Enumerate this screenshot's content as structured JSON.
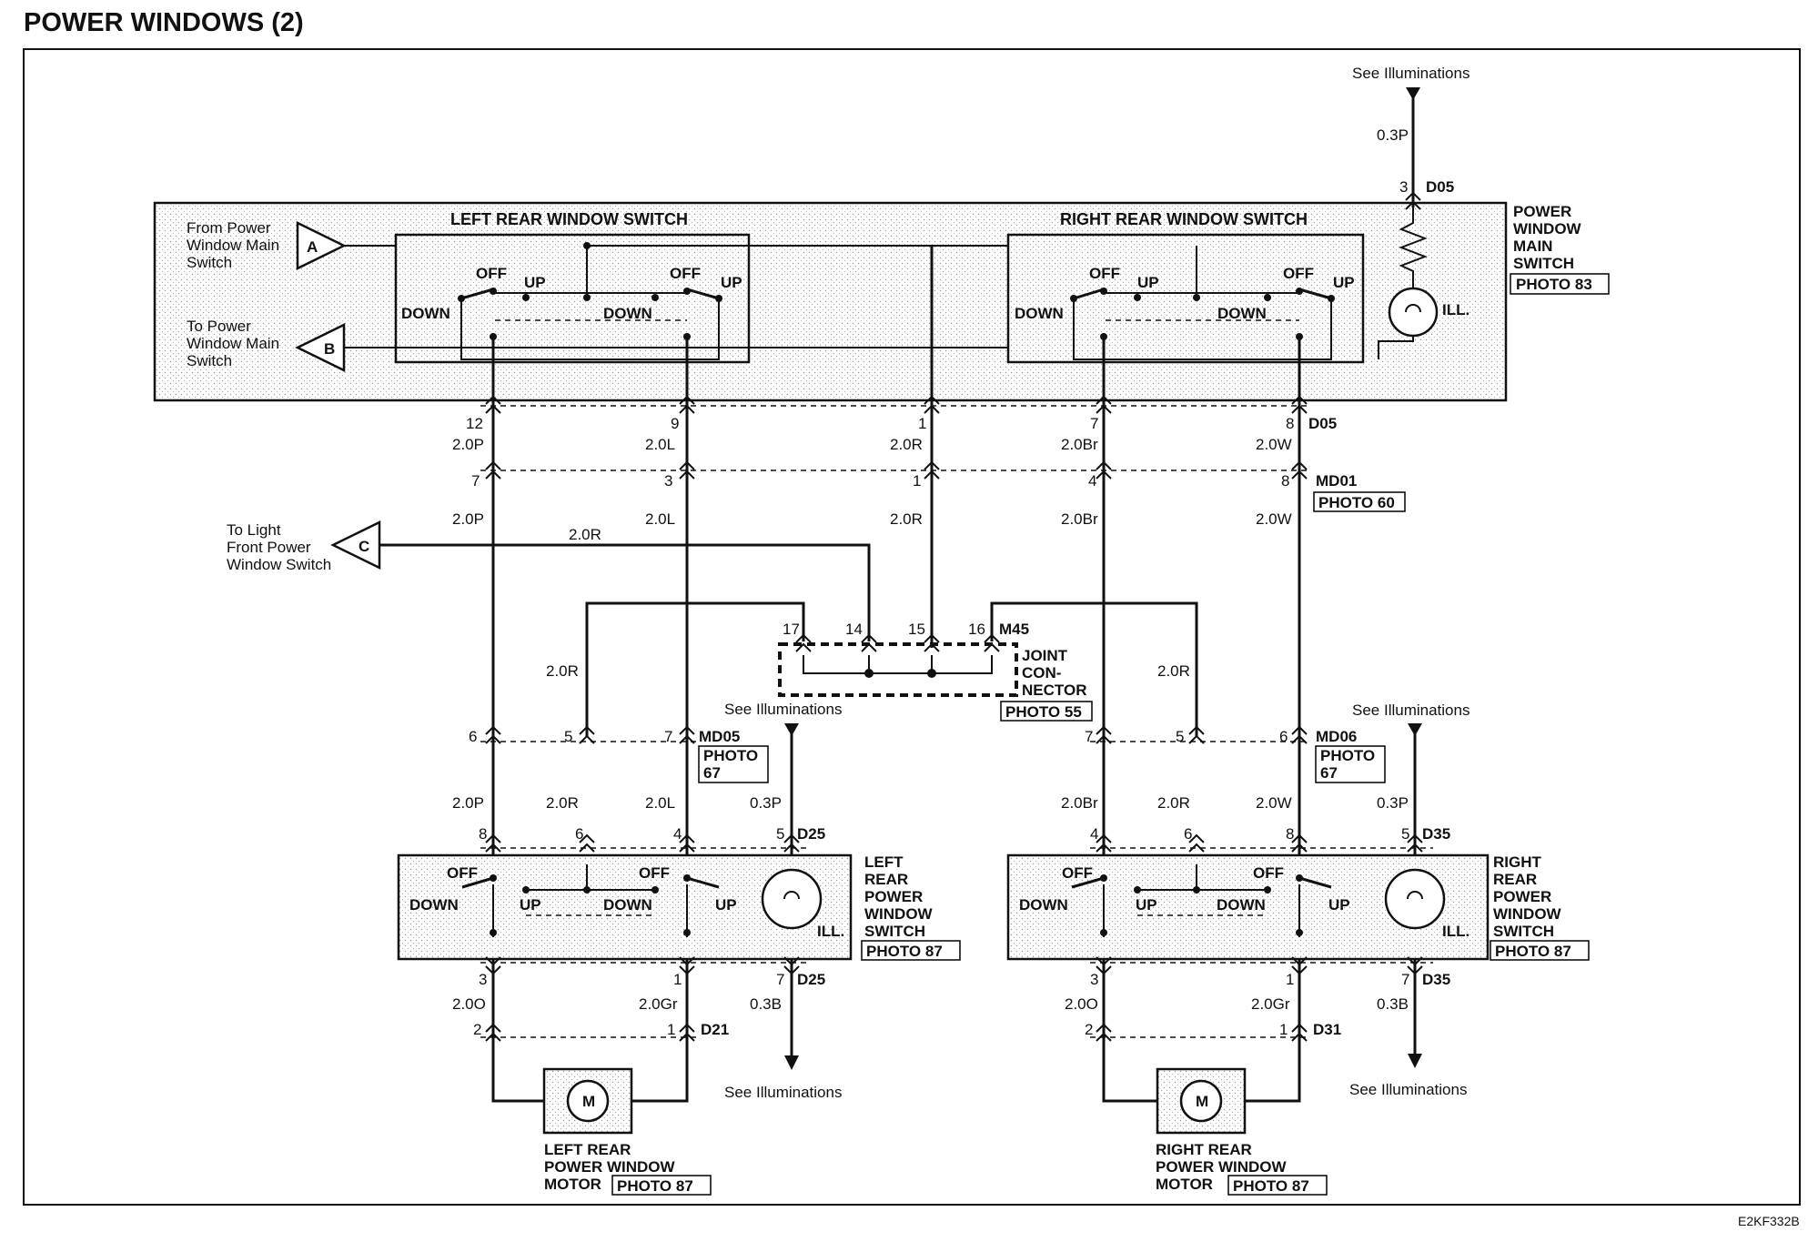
{
  "title": "POWER WINDOWS (2)",
  "figure_code": "E2KF332B",
  "main_switch": {
    "name_lines": [
      "POWER",
      "WINDOW",
      "MAIN",
      "SWITCH"
    ],
    "photo": "PHOTO 83",
    "left_section": "LEFT REAR WINDOW SWITCH",
    "right_section": "RIGHT REAR WINDOW SWITCH",
    "illumination_label": "ILL.",
    "input_a": {
      "letter": "A",
      "lines": [
        "From Power",
        "Window Main",
        "Switch"
      ]
    },
    "input_b": {
      "letter": "B",
      "lines": [
        "To Power",
        "Window Main",
        "Switch"
      ]
    },
    "switch_positions": {
      "off": "OFF",
      "up": "UP",
      "down": "DOWN"
    }
  },
  "top_illumination": {
    "see": "See Illuminations",
    "wire": "0.3P",
    "pin": "3",
    "connector": "D05"
  },
  "main_connector": {
    "d05": {
      "connector": "D05",
      "pins": [
        "12",
        "9",
        "1",
        "7",
        "8"
      ]
    },
    "md01": {
      "connector": "MD01",
      "photo": "PHOTO 60",
      "pins": [
        "7",
        "3",
        "1",
        "4",
        "8"
      ]
    },
    "wires": [
      "2.0P",
      "2.0L",
      "2.0R",
      "2.0Br",
      "2.0W"
    ]
  },
  "light_front": {
    "letter": "C",
    "lines": [
      "To Light",
      "Front Power",
      "Window Switch"
    ],
    "wire": "2.0R"
  },
  "joint_connector": {
    "connector": "M45",
    "name_lines": [
      "JOINT",
      "CON-",
      "NECTOR"
    ],
    "photo": "PHOTO 55",
    "pins": [
      "17",
      "14",
      "15",
      "16"
    ],
    "wire_left": "2.0R",
    "wire_right": "2.0R"
  },
  "left_rear": {
    "md05": {
      "connector": "MD05",
      "photo_lines": [
        "PHOTO",
        "67"
      ],
      "pins": [
        "6",
        "5",
        "7"
      ],
      "wires": [
        "2.0P",
        "2.0R",
        "2.0L"
      ]
    },
    "see_illumination": "See Illuminations",
    "ill_wire_in": "0.3P",
    "switch_pins_top": [
      "8",
      "6",
      "4",
      "5"
    ],
    "switch_connector": "D25",
    "switch_name_lines": [
      "LEFT",
      "REAR",
      "POWER",
      "WINDOW",
      "SWITCH"
    ],
    "switch_photo": "PHOTO 87",
    "illumination_label": "ILL.",
    "switch_pins_bottom": [
      "3",
      "1",
      "7"
    ],
    "out_wires": [
      "2.0O",
      "2.0Gr",
      "0.3B"
    ],
    "motor_connector": "D21",
    "motor_pins": [
      "2",
      "1"
    ],
    "see_illumination_bottom": "See Illuminations",
    "motor_symbol": "M",
    "motor_name_lines": [
      "LEFT REAR",
      "POWER WINDOW",
      "MOTOR"
    ],
    "motor_photo": "PHOTO 87"
  },
  "right_rear": {
    "md06": {
      "connector": "MD06",
      "photo_lines": [
        "PHOTO",
        "67"
      ],
      "pins": [
        "7",
        "5",
        "6"
      ],
      "wires": [
        "2.0Br",
        "2.0R",
        "2.0W"
      ]
    },
    "see_illumination": "See Illuminations",
    "ill_wire_in": "0.3P",
    "switch_pins_top": [
      "4",
      "6",
      "8",
      "5"
    ],
    "switch_connector": "D35",
    "switch_name_lines": [
      "RIGHT",
      "REAR",
      "POWER",
      "WINDOW",
      "SWITCH"
    ],
    "switch_photo": "PHOTO 87",
    "illumination_label": "ILL.",
    "switch_pins_bottom": [
      "3",
      "1",
      "7"
    ],
    "out_wires": [
      "2.0O",
      "2.0Gr",
      "0.3B"
    ],
    "motor_connector": "D31",
    "motor_pins": [
      "2",
      "1"
    ],
    "see_illumination_bottom": "See Illuminations",
    "motor_symbol": "M",
    "motor_name_lines": [
      "RIGHT REAR",
      "POWER WINDOW",
      "MOTOR"
    ],
    "motor_photo": "PHOTO 87"
  }
}
